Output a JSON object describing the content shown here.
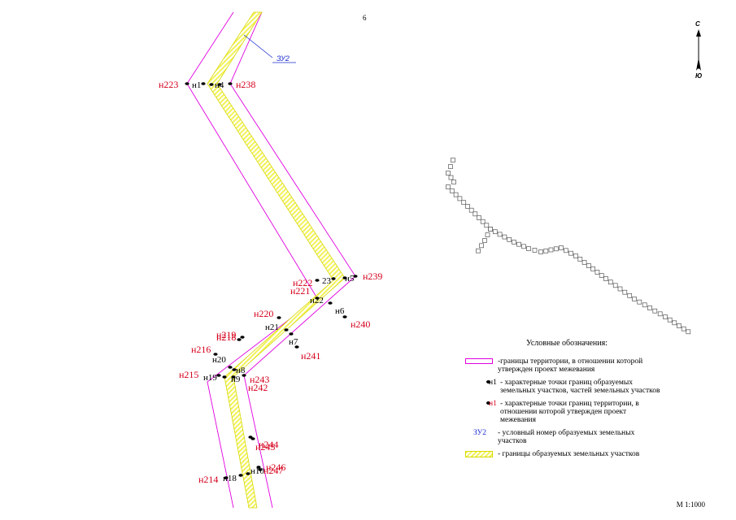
{
  "page_number": "6",
  "plot_label": "ЗУ2",
  "compass": {
    "north": "С",
    "south": "Ю"
  },
  "scale": "М 1:1000",
  "points_red": [
    {
      "id": "p_n223",
      "label": "н223"
    },
    {
      "id": "p_n238",
      "label": "н238"
    },
    {
      "id": "p_n239",
      "label": "н239"
    },
    {
      "id": "p_n222",
      "label": "н222"
    },
    {
      "id": "p_n221",
      "label": "н221"
    },
    {
      "id": "p_n220",
      "label": "н220"
    },
    {
      "id": "p_n240",
      "label": "н240"
    },
    {
      "id": "p_n219",
      "label": "н219"
    },
    {
      "id": "p_n218",
      "label": "н218"
    },
    {
      "id": "p_n216",
      "label": "н216"
    },
    {
      "id": "p_n241",
      "label": "н241"
    },
    {
      "id": "p_n215",
      "label": "н215"
    },
    {
      "id": "p_n243",
      "label": "н243"
    },
    {
      "id": "p_n242",
      "label": "н242"
    },
    {
      "id": "p_n244",
      "label": "н244"
    },
    {
      "id": "p_n245",
      "label": "н245"
    },
    {
      "id": "p_n246",
      "label": "н246"
    },
    {
      "id": "p_n247",
      "label": "н247"
    },
    {
      "id": "p_n214",
      "label": "н214"
    }
  ],
  "points_black": [
    {
      "id": "p_h1",
      "label": "н1"
    },
    {
      "id": "p_h4",
      "label": "н4"
    },
    {
      "id": "p_h23",
      "label": "23"
    },
    {
      "id": "p_h5",
      "label": "н5"
    },
    {
      "id": "p_h22",
      "label": "н22"
    },
    {
      "id": "p_h6",
      "label": "н6"
    },
    {
      "id": "p_h21",
      "label": "н21"
    },
    {
      "id": "p_h7",
      "label": "н7"
    },
    {
      "id": "p_h20",
      "label": "н20"
    },
    {
      "id": "p_h8",
      "label": "н8"
    },
    {
      "id": "p_h19",
      "label": "н19"
    },
    {
      "id": "p_h9",
      "label": "н9"
    },
    {
      "id": "p_h18",
      "label": "н18"
    },
    {
      "id": "p_h10",
      "label": "н10"
    }
  ],
  "legend": {
    "title": "Условные обозначения:",
    "items": [
      {
        "key": "magenta-line",
        "text": "-границы территории, в отношении которой утвержден проект межевания"
      },
      {
        "key": "black-point",
        "key_label": "н1",
        "text": "- характерные точки границ  образуемых земельных участков, частей земельных участков"
      },
      {
        "key": "red-point",
        "key_label": "н1",
        "text": "-  характерные точки границ территории, в отношении которой утвержден проект межевания"
      },
      {
        "key": "blue-label",
        "key_label": "ЗУ2",
        "text": "- условный номер образуемых земельных участков"
      },
      {
        "key": "yellow-hatch",
        "text": "- границы образуемых земельных участков"
      }
    ]
  },
  "colors": {
    "territory_boundary": "#e100e1",
    "plot_boundary": "#f0f050",
    "red_labels": "#d6001c",
    "plot_label": "#1a2ccf",
    "overview_squares": "#555555"
  }
}
